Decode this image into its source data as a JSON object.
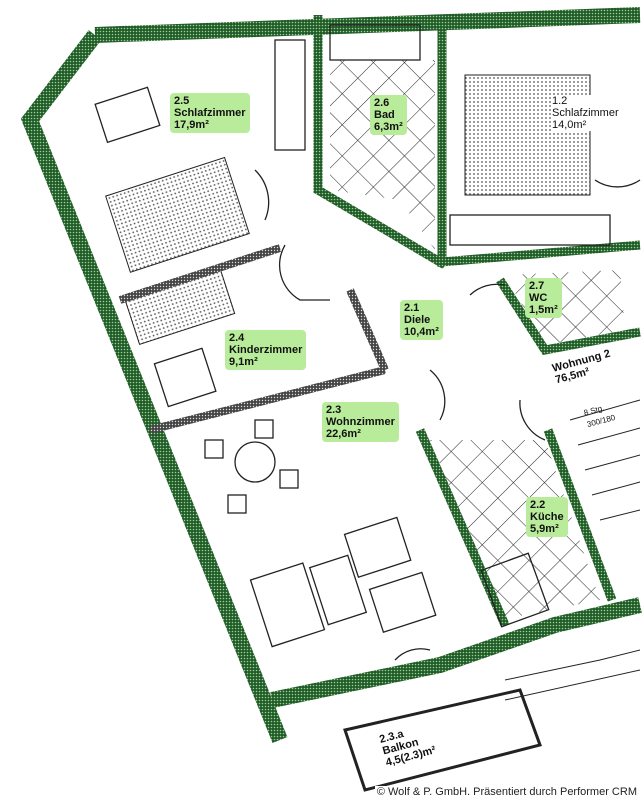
{
  "colors": {
    "wall": "#1f5a2a",
    "highlight": "#b9ec9a",
    "line": "#222222"
  },
  "rooms": [
    {
      "id": "2.5",
      "name": "Schlafzimmer",
      "area": "17,9m²"
    },
    {
      "id": "2.6",
      "name": "Bad",
      "area": "6,3m²"
    },
    {
      "id": "1.2",
      "name": "Schlafzimmer",
      "area": "14,0m²"
    },
    {
      "id": "2.7",
      "name": "WC",
      "area": "1,5m²"
    },
    {
      "id": "2.1",
      "name": "Diele",
      "area": "10,4m²"
    },
    {
      "id": "2.4",
      "name": "Kinderzimmer",
      "area": "9,1m²"
    },
    {
      "id": "2.3",
      "name": "Wohnzimmer",
      "area": "22,6m²"
    },
    {
      "id": "2.2",
      "name": "Küche",
      "area": "5,9m²"
    },
    {
      "id": "2.3.a",
      "name": "Balkon",
      "area": "4,5(2.3)m²"
    }
  ],
  "apartment": {
    "name": "Wohnung 2",
    "area": "76,5m²"
  },
  "stairs": {
    "label": "8 Stg. 300/180"
  },
  "copyright": "© Wolf & P. GmbH. Präsentiert durch Performer CRM"
}
